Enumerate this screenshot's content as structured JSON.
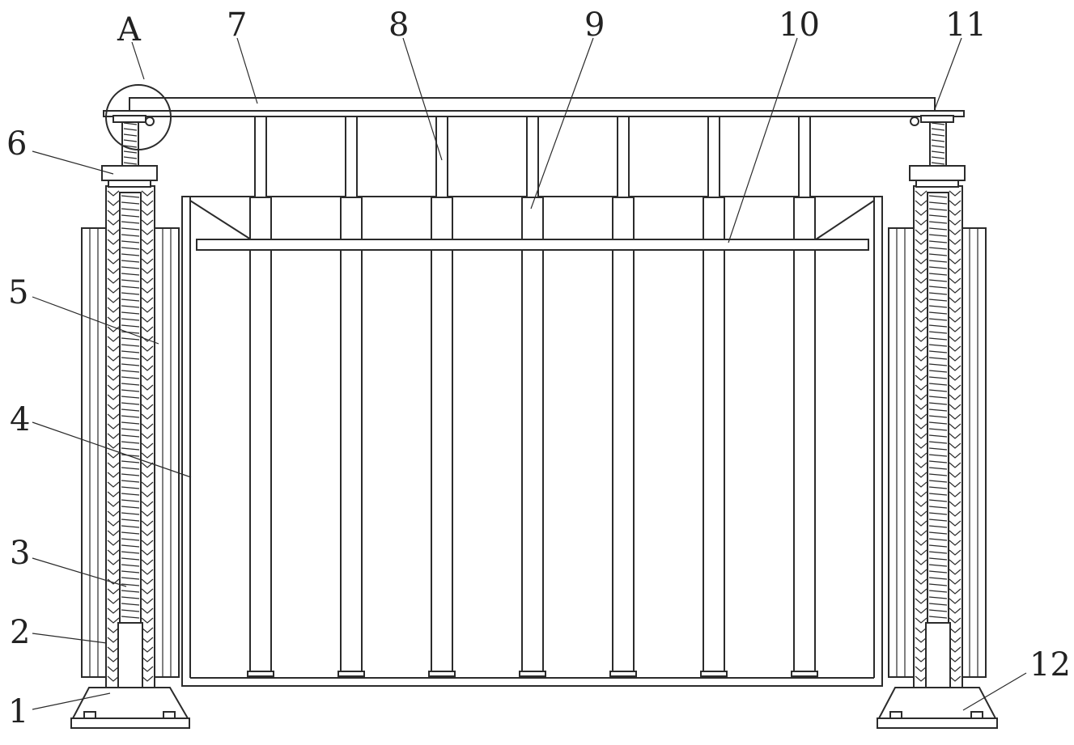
{
  "figure": {
    "callouts": [
      {
        "id": "A",
        "text": "A"
      },
      {
        "id": "1",
        "text": "1"
      },
      {
        "id": "2",
        "text": "2"
      },
      {
        "id": "3",
        "text": "3"
      },
      {
        "id": "4",
        "text": "4"
      },
      {
        "id": "5",
        "text": "5"
      },
      {
        "id": "6",
        "text": "6"
      },
      {
        "id": "7",
        "text": "7"
      },
      {
        "id": "8",
        "text": "8"
      },
      {
        "id": "9",
        "text": "9"
      },
      {
        "id": "10",
        "text": "10"
      },
      {
        "id": "11",
        "text": "11"
      },
      {
        "id": "12",
        "text": "12"
      }
    ],
    "rod_count": 7
  }
}
